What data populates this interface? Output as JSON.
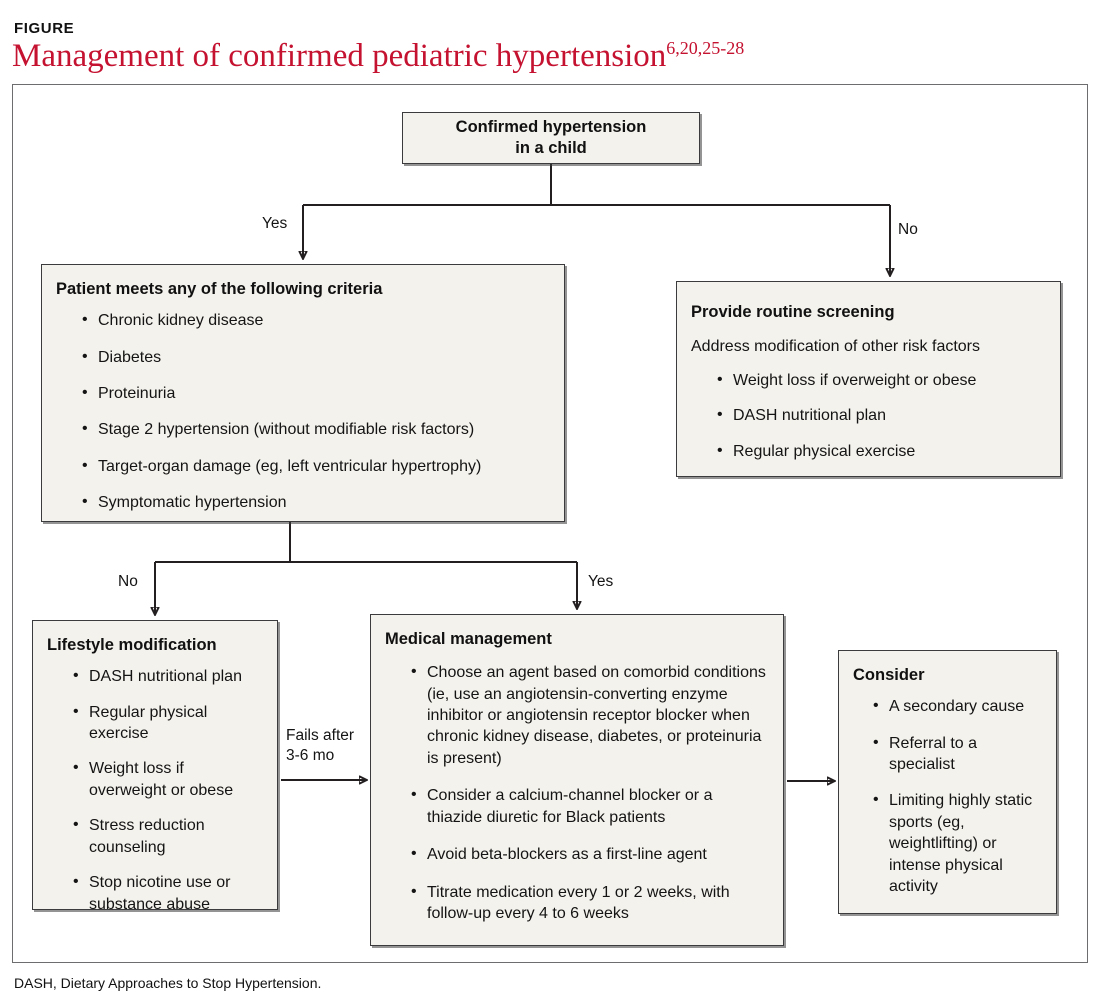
{
  "header": {
    "figure_label": "FIGURE",
    "title": "Management of confirmed pediatric hypertension",
    "title_references": "6,20,25-28",
    "title_color": "#c41230"
  },
  "footnote": "DASH, Dietary Approaches to Stop Hypertension.",
  "diagram": {
    "type": "flowchart",
    "box_fill_color": "#f4f2ec",
    "box_border_color": "#3b3b3d",
    "connector_color": "#231f20",
    "nodes": {
      "confirmed": {
        "heading_line1": "Confirmed hypertension",
        "heading_line2": "in a child"
      },
      "criteria": {
        "heading": "Patient meets any of the following criteria",
        "items": [
          "Chronic kidney disease",
          "Diabetes",
          "Proteinuria",
          "Stage 2 hypertension (without modifiable risk factors)",
          "Target-organ damage (eg, left ventricular hypertrophy)",
          "Symptomatic hypertension"
        ]
      },
      "screening": {
        "heading": "Provide routine screening",
        "subline": "Address modification of other risk factors",
        "items": [
          "Weight loss if overweight or obese",
          "DASH nutritional plan",
          "Regular physical exercise"
        ]
      },
      "lifestyle": {
        "heading": "Lifestyle modification",
        "items": [
          "DASH nutritional plan",
          "Regular physical exercise",
          "Weight loss if overweight or obese",
          "Stress reduction counseling",
          "Stop nicotine use or substance abuse"
        ]
      },
      "medical": {
        "heading": "Medical management",
        "items": [
          "Choose an agent based on comorbid conditions (ie, use an angiotensin-converting enzyme inhibitor or angiotensin receptor blocker when chronic kidney disease, diabetes, or proteinuria is present)",
          "Consider a calcium-channel blocker or a thiazide diuretic for Black patients",
          "Avoid beta-blockers as a first-line agent",
          "Titrate medication every 1 or 2 weeks, with follow-up every 4 to 6 weeks"
        ]
      },
      "consider": {
        "heading": "Consider",
        "items": [
          "A secondary cause",
          "Referral to a specialist",
          "Limiting highly static sports (eg, weightlifting) or intense physical activity"
        ]
      }
    },
    "edge_labels": {
      "yes_top": "Yes",
      "no_top": "No",
      "no_mid": "No",
      "yes_mid": "Yes",
      "fails_line1": "Fails after",
      "fails_line2": "3-6 mo"
    }
  }
}
